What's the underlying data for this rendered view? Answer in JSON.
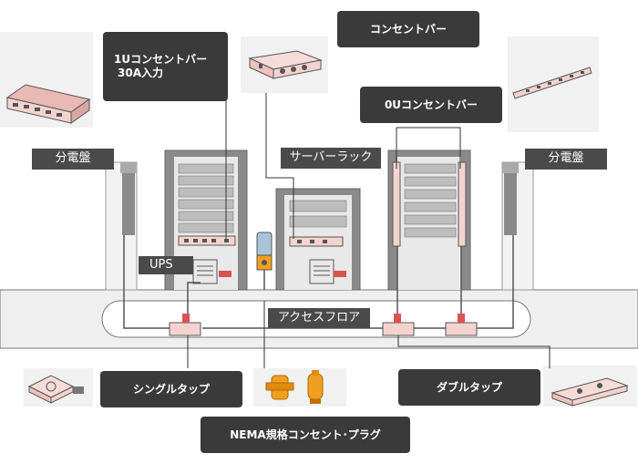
{
  "labels": {
    "bar_1u": "1Uコンセントバー",
    "bar_1u_input": "30A入力",
    "bar": "コンセントバー",
    "bar_0u": "0Uコンセントバー",
    "panel_left": "分電盤",
    "panel_right": "分電盤",
    "server_rack": "サーバーラック",
    "ups": "UPS",
    "access_floor": "アクセスフロア",
    "single_tap": "シングルタップ",
    "double_tap": "ダブルタップ",
    "nema": "NEMA規格コンセント･プラグ"
  },
  "colors": {
    "label_bg": "#3a3a3a",
    "device_pink": "#f4d3cf",
    "plug_red": "#d9534f",
    "cable": "#555555",
    "rack_body": "#8a8a8a",
    "floor": "#efefef",
    "photo_bg": "#f1f1f1",
    "nema_orange": "#f0a020"
  },
  "icons": [
    "power-strip-1u-icon",
    "power-strip-icon",
    "power-strip-0u-icon",
    "single-tap-icon",
    "nema-plug-icon",
    "double-tap-icon"
  ]
}
